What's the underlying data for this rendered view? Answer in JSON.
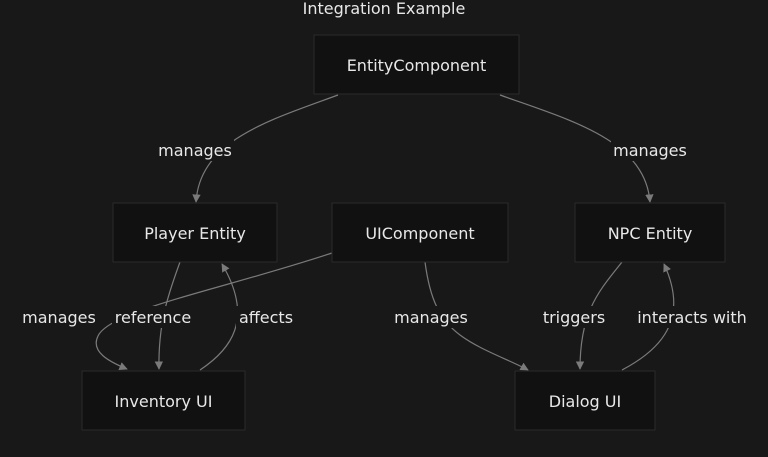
{
  "title": "Integration Example",
  "nodes": {
    "entity_component": "EntityComponent",
    "player_entity": "Player Entity",
    "ui_component": "UIComponent",
    "npc_entity": "NPC Entity",
    "inventory_ui": "Inventory UI",
    "dialog_ui": "Dialog UI"
  },
  "edges": {
    "ec_player": "manages",
    "ec_npc": "manages",
    "ui_inventory": "manages",
    "player_inventory": "reference",
    "inventory_player": "affects",
    "ui_dialog": "manages",
    "npc_dialog": "triggers",
    "dialog_npc": "interacts with"
  }
}
